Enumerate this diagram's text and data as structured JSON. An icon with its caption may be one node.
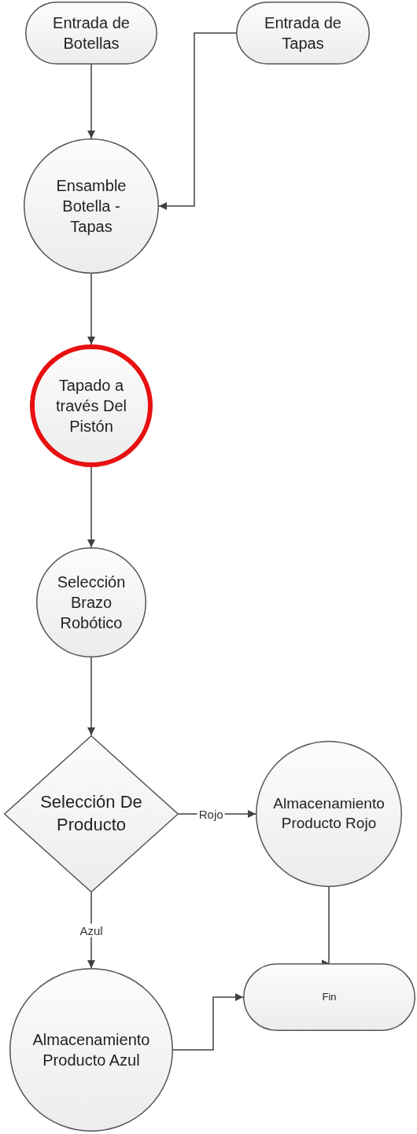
{
  "diagram": {
    "nodes": [
      {
        "text": [
          "Entrada de Botellas"
        ]
      },
      {
        "text": [
          "Entrada de Tapas"
        ]
      },
      {
        "text": [
          "Ensamble Botella - Tapas"
        ]
      },
      {
        "text": [
          "Tapado a través Del Pistón"
        ]
      },
      {
        "text": [
          "Selección Brazo Robótico"
        ]
      },
      {
        "text": [
          "Selección De Producto"
        ]
      },
      {
        "text": [
          "Almacenamiento Producto Rojo"
        ]
      },
      {
        "text": [
          "Almacenamiento Producto Azul"
        ]
      },
      {
        "text": [
          "Fin"
        ]
      }
    ],
    "edges": [
      {
        "from": 0,
        "to": 2,
        "arrow": "to"
      },
      {
        "from": 1,
        "to": 2,
        "arrow": "to"
      },
      {
        "from": 2,
        "to": 3,
        "arrow": "to"
      },
      {
        "from": 3,
        "to": 4,
        "arrow": "to"
      },
      {
        "from": 4,
        "to": 5,
        "arrow": "to"
      },
      {
        "from": 5,
        "to": 6,
        "arrow": "to",
        "label": "Rojo"
      },
      {
        "from": 5,
        "to": 7,
        "arrow": "to",
        "label": "Azul"
      },
      {
        "from": 6,
        "to": 8,
        "arrow": "to"
      },
      {
        "from": 7,
        "to": 8,
        "arrow": "to"
      }
    ]
  }
}
